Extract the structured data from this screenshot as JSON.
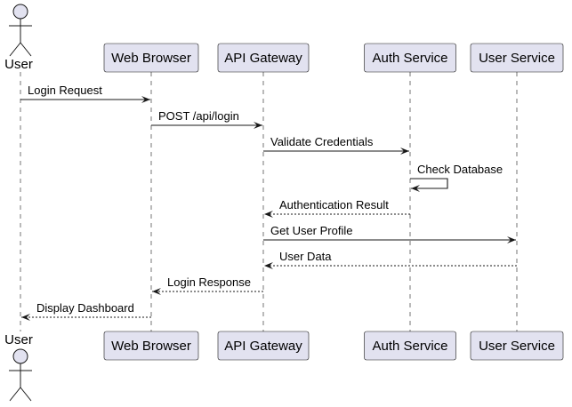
{
  "diagram": {
    "type": "sequence",
    "participants": [
      {
        "id": "user",
        "label": "User",
        "kind": "actor"
      },
      {
        "id": "browser",
        "label": "Web Browser",
        "kind": "participant"
      },
      {
        "id": "gateway",
        "label": "API Gateway",
        "kind": "participant"
      },
      {
        "id": "auth",
        "label": "Auth Service",
        "kind": "participant"
      },
      {
        "id": "usersvc",
        "label": "User Service",
        "kind": "participant"
      }
    ],
    "messages": [
      {
        "from": "user",
        "to": "browser",
        "label": "Login Request",
        "style": "solid"
      },
      {
        "from": "browser",
        "to": "gateway",
        "label": "POST /api/login",
        "style": "solid"
      },
      {
        "from": "gateway",
        "to": "auth",
        "label": "Validate Credentials",
        "style": "solid"
      },
      {
        "from": "auth",
        "to": "auth",
        "label": "Check Database",
        "style": "solid"
      },
      {
        "from": "auth",
        "to": "gateway",
        "label": "Authentication Result",
        "style": "dashed"
      },
      {
        "from": "gateway",
        "to": "usersvc",
        "label": "Get User Profile",
        "style": "solid"
      },
      {
        "from": "usersvc",
        "to": "gateway",
        "label": "User Data",
        "style": "dashed"
      },
      {
        "from": "gateway",
        "to": "browser",
        "label": "Login Response",
        "style": "dashed"
      },
      {
        "from": "browser",
        "to": "user",
        "label": "Display Dashboard",
        "style": "dashed"
      }
    ],
    "colors": {
      "participant_fill": "#E2E2F0",
      "line": "#181818"
    }
  }
}
